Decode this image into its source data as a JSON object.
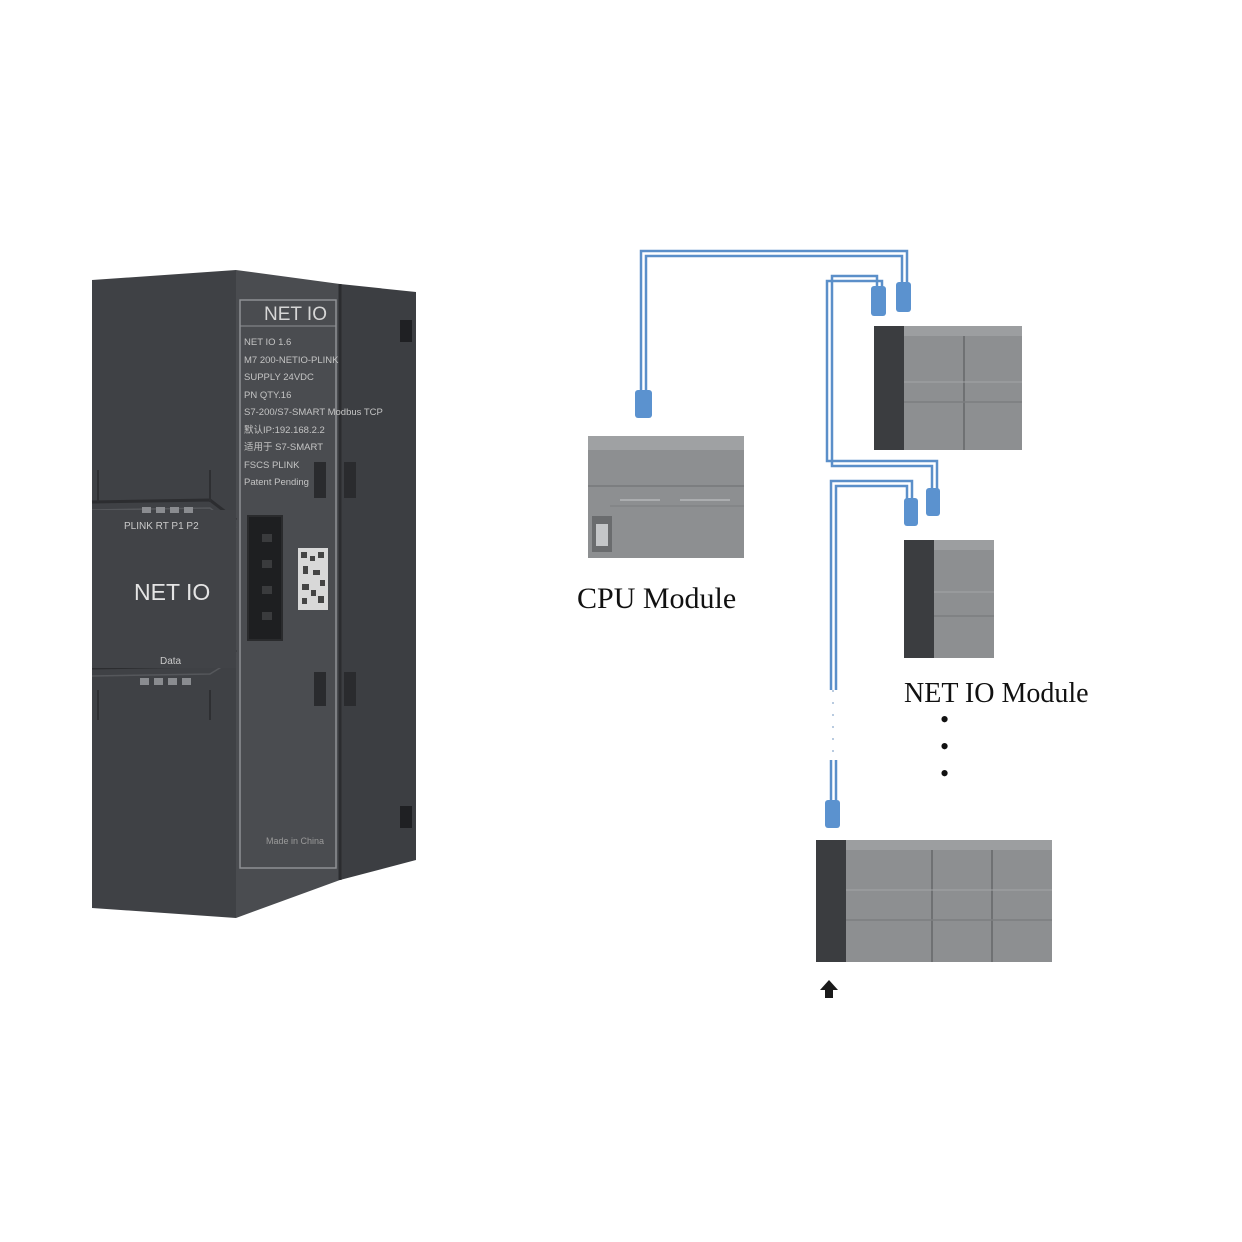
{
  "product": {
    "front_title": "NET IO",
    "side_title": "NET IO",
    "spec_lines": [
      "NET IO 1.6",
      "M7 200-NETIO-PLINK",
      "SUPPLY 24VDC",
      "PN QTY.16",
      "S7-200/S7-SMART Modbus TCP",
      "默认IP:192.168.2.2",
      "适用于 S7-SMART",
      "FSCS    PLINK",
      "Patent Pending"
    ],
    "led_labels": "PLINK RT P1 P2",
    "data_label": "Data",
    "made_in": "Made in China"
  },
  "diagram": {
    "cpu_label": "CPU Module",
    "netio_label": "NET IO Module",
    "continuation": "•\n•\n•"
  },
  "colors": {
    "cable": "#5b8fc9",
    "module_grey": "#8d8f91",
    "module_dark": "#3b3d40",
    "product_body": "#46484c"
  }
}
